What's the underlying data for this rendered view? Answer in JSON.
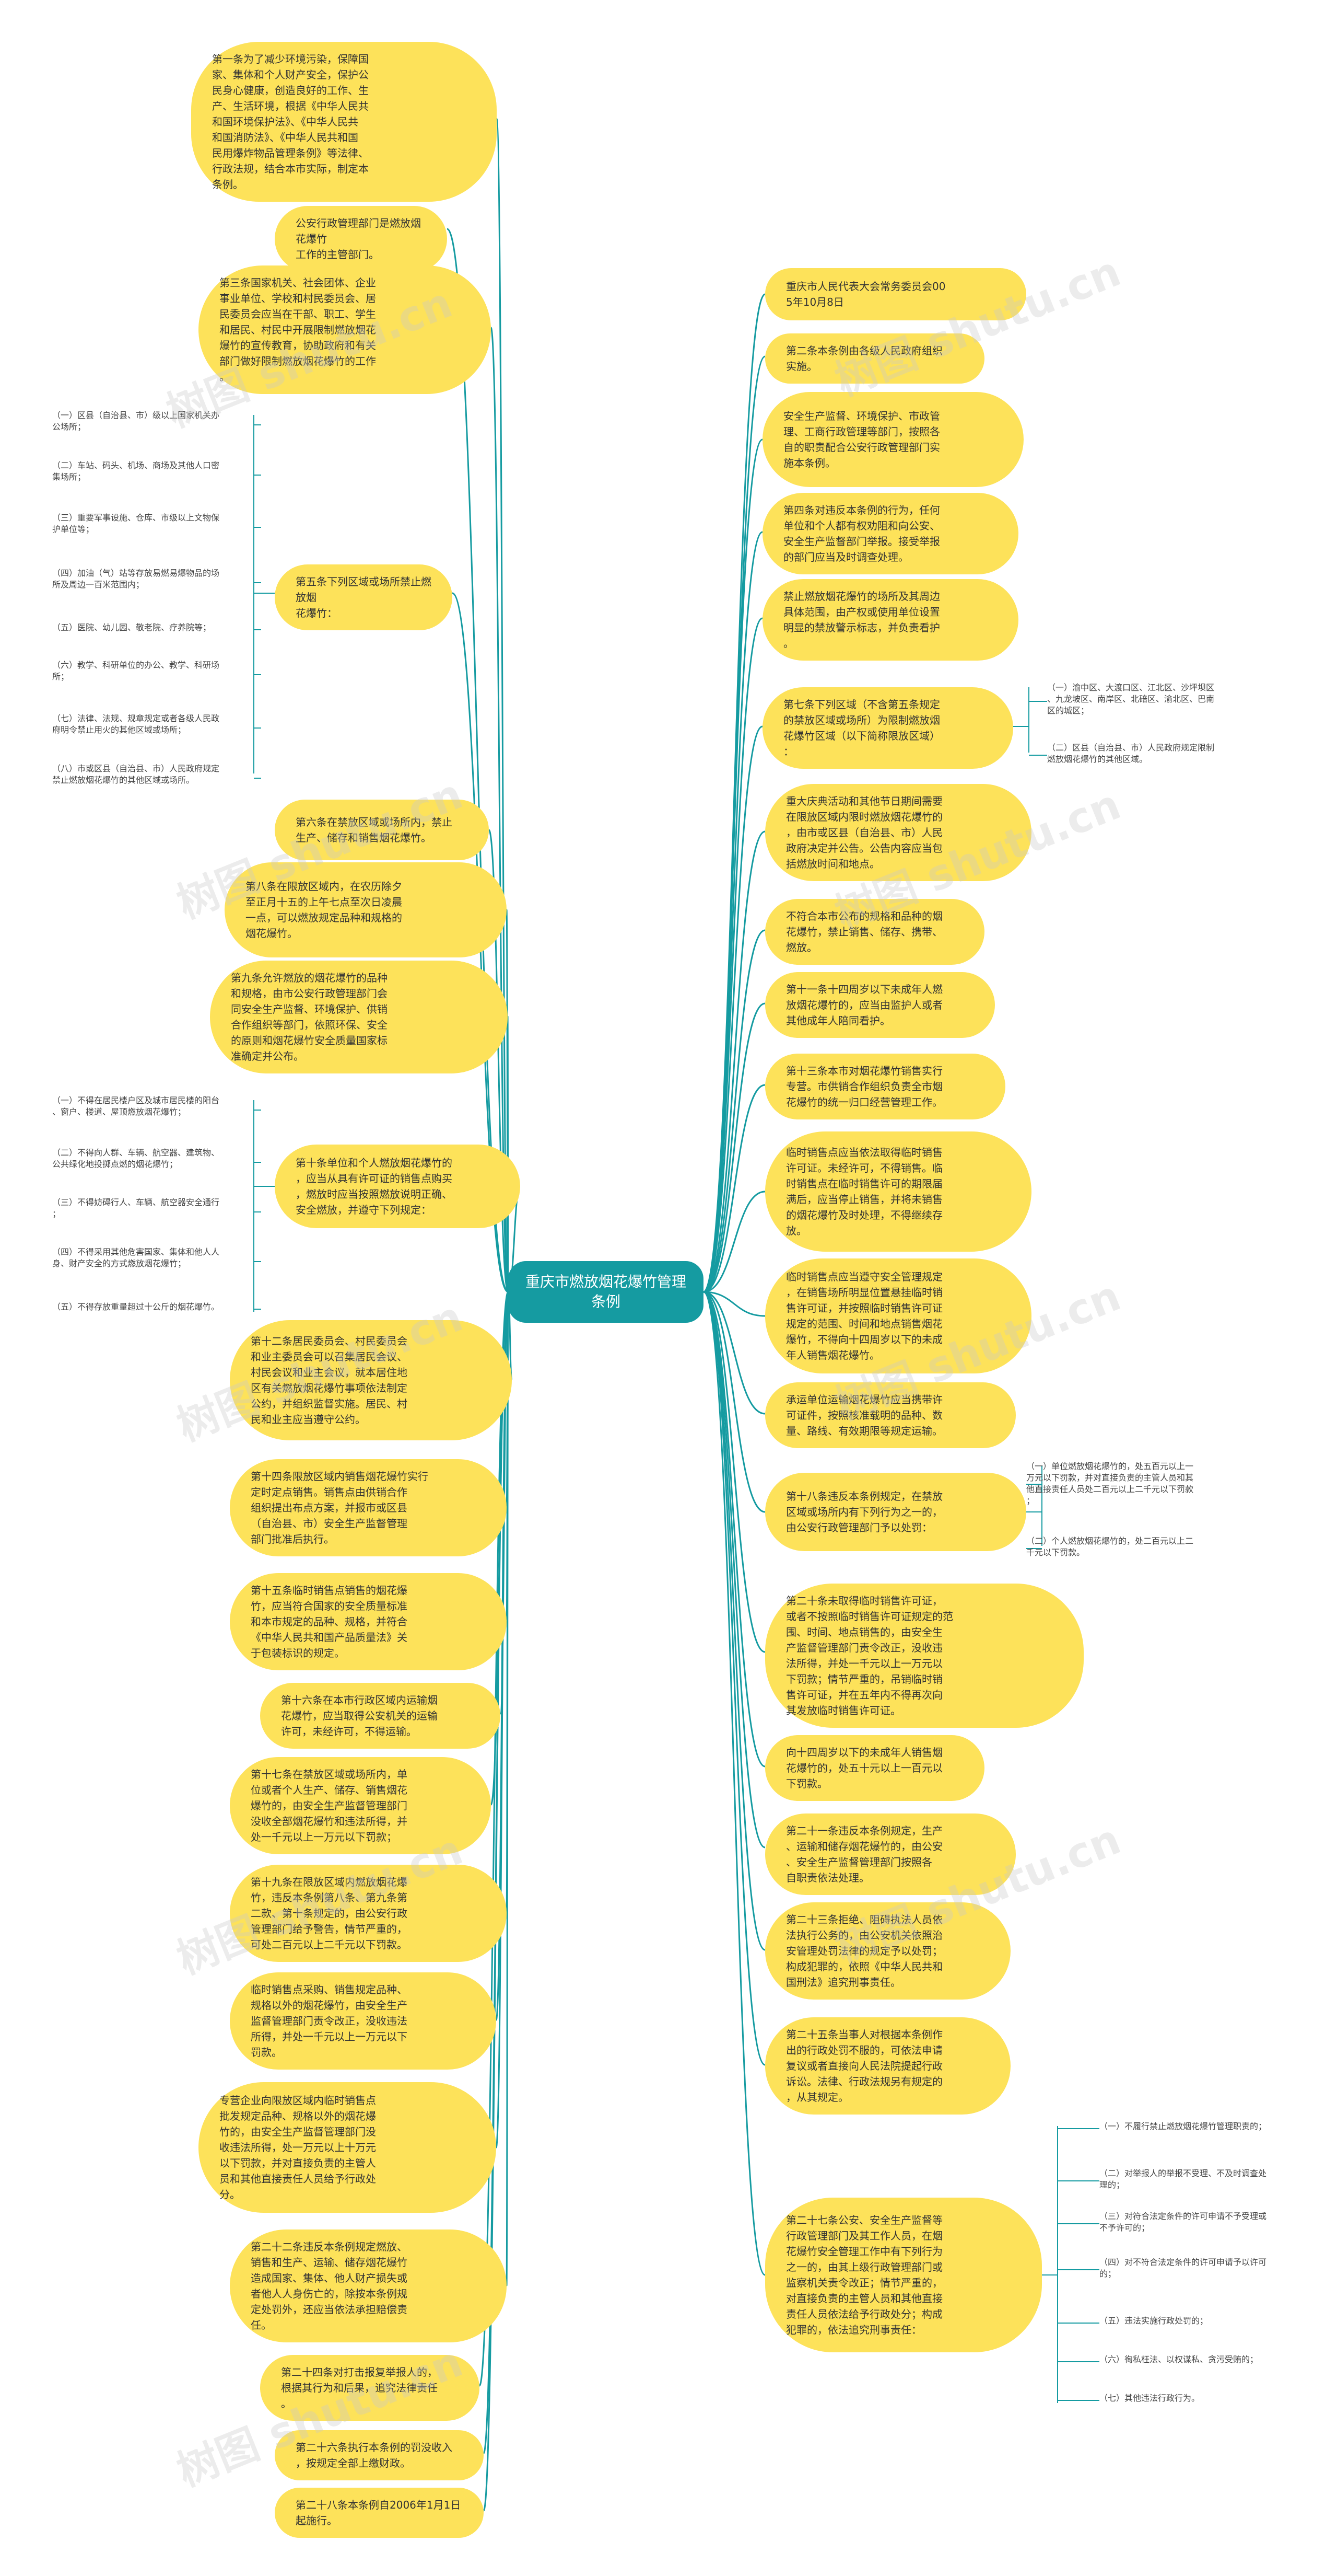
{
  "colors": {
    "root_fill": "#159ba1",
    "node_fill": "#fde25a",
    "link": "#159ba1",
    "text": "#333333"
  },
  "root": {
    "title": "重庆市燃放烟花爆竹管理\n条例"
  },
  "left": [
    {
      "text": "第一条为了减少环境污染，保障国\n家、集体和个人财产安全，保护公\n民身心健康，创造良好的工作、生\n产、生活环境，根据《中华人民共\n和国环境保护法》、《中华人民共\n和国消防法》、《中华人民共和国\n民用爆炸物品管理条例》等法律、\n行政法规，结合本市实际，制定本\n条例。"
    },
    {
      "text": "公安行政管理部门是燃放烟花爆竹\n工作的主管部门。"
    },
    {
      "text": "第三条国家机关、社会团体、企业\n事业单位、学校和村民委员会、居\n民委员会应当在干部、职工、学生\n和居民、村民中开展限制燃放烟花\n爆竹的宣传教育，协助政府和有关\n部门做好限制燃放烟花爆竹的工作\n。",
      "watermark": "树图 shutu.cn"
    },
    {
      "text": "第五条下列区域或场所禁止燃放烟\n花爆竹：",
      "children": [
        "（一）区县（自治县、市）级以上国家机关办\n公场所；",
        "（二）车站、码头、机场、商场及其他人口密\n集场所；",
        "（三）重要军事设施、仓库、市级以上文物保\n护单位等；",
        "（四）加油（气）站等存放易燃易爆物品的场\n所及周边一百米范围内；",
        "（五）医院、幼儿园、敬老院、疗养院等；",
        "（六）教学、科研单位的办公、教学、科研场\n所；",
        "（七）法律、法规、规章规定或者各级人民政\n府明令禁止用火的其他区域或场所；",
        "（八）市或区县（自治县、市）人民政府规定\n禁止燃放烟花爆竹的其他区域或场所。"
      ]
    },
    {
      "text": "第六条在禁放区域或场所内，禁止\n生产、储存和销售烟花爆竹。"
    },
    {
      "text": "第八条在限放区域内，在农历除夕\n至正月十五的上午七点至次日凌晨\n一点，可以燃放规定品种和规格的\n烟花爆竹。"
    },
    {
      "text": "第九条允许燃放的烟花爆竹的品种\n和规格，由市公安行政管理部门会\n同安全生产监督、环境保护、供销\n合作组织等部门，依照环保、安全\n的原则和烟花爆竹安全质量国家标\n准确定并公布。"
    },
    {
      "text": "第十条单位和个人燃放烟花爆竹的\n，应当从具有许可证的销售点购买\n，燃放时应当按照燃放说明正确、\n安全燃放，并遵守下列规定：",
      "children": [
        "（一）不得在居民楼户区及城市居民楼的阳台\n、窗户、楼道、屋顶燃放烟花爆竹；",
        "（二）不得向人群、车辆、航空器、建筑物、\n公共绿化地投掷点燃的烟花爆竹；",
        "（三）不得妨碍行人、车辆、航空器安全通行\n；",
        "（四）不得采用其他危害国家、集体和他人人\n身、财产安全的方式燃放烟花爆竹；",
        "（五）不得存放重量超过十公斤的烟花爆竹。"
      ]
    },
    {
      "text": "第十二条居民委员会、村民委员会\n和业主委员会可以召集居民会议、\n村民会议和业主会议，就本居住地\n区有关燃放烟花爆竹事项依法制定\n公约，并组织监督实施。居民、村\n民和业主应当遵守公约。",
      "watermark": "树图 shutu.cn"
    },
    {
      "text": "第十四条限放区域内销售烟花爆竹实行\n定时定点销售。销售点由供销合作\n组织提出布点方案，并报市或区县\n（自治县、市）安全生产监督管理\n部门批准后执行。"
    },
    {
      "text": "第十五条临时销售点销售的烟花爆\n竹，应当符合国家的安全质量标准\n和本市规定的品种、规格，并符合\n《中华人民共和国产品质量法》关\n于包装标识的规定。"
    },
    {
      "text": "第十六条在本市行政区域内运输烟\n花爆竹，应当取得公安机关的运输\n许可，未经许可，不得运输。"
    },
    {
      "text": "第十七条在禁放区域或场所内，单\n位或者个人生产、储存、销售烟花\n爆竹的，由安全生产监督管理部门\n没收全部烟花爆竹和违法所得，并\n处一千元以上一万元以下罚款；"
    },
    {
      "text": "第十九条在限放区域内燃放烟花爆\n竹，违反本条例第八条、第九条第\n二款、第十条规定的，由公安行政\n管理部门给予警告，情节严重的，\n可处二百元以上二千元以下罚款。",
      "watermark": "树图 shutu.cn"
    },
    {
      "text": "临时销售点采购、销售规定品种、\n规格以外的烟花爆竹，由安全生产\n监督管理部门责令改正，没收违法\n所得，并处一千元以上一万元以下\n罚款。"
    },
    {
      "text": "专营企业向限放区域内临时销售点\n批发规定品种、规格以外的烟花爆\n竹的，由安全生产监督管理部门没\n收违法所得，处一万元以上十万元\n以下罚款，并对直接负责的主管人\n员和其他直接责任人员给予行政处\n分。"
    },
    {
      "text": "第二十二条违反本条例规定燃放、\n销售和生产、运输、储存烟花爆竹\n造成国家、集体、他人财产损失或\n者他人人身伤亡的，除按本条例规\n定处罚外，还应当依法承担赔偿责\n任。"
    },
    {
      "text": "第二十四条对打击报复举报人的，\n根据其行为和后果，追究法律责任\n。",
      "watermark": "树图 shutu.cn"
    },
    {
      "text": "第二十六条执行本条例的罚没收入\n，按规定全部上缴财政。"
    },
    {
      "text": "第二十八条本条例自2006年1月1日\n起施行。"
    }
  ],
  "right": [
    {
      "text": "重庆市人民代表大会常务委员会00\n5年10月8日",
      "watermark": "树图 shutu.cn"
    },
    {
      "text": "第二条本条例由各级人民政府组织\n实施。"
    },
    {
      "text": "安全生产监督、环境保护、市政管\n理、工商行政管理等部门，按照各\n自的职责配合公安行政管理部门实\n施本条例。"
    },
    {
      "text": "第四条对违反本条例的行为，任何\n单位和个人都有权劝阻和向公安、\n安全生产监督部门举报。接受举报\n的部门应当及时调查处理。"
    },
    {
      "text": "禁止燃放烟花爆竹的场所及其周边\n具体范围，由产权或使用单位设置\n明显的禁放警示标志，并负责看护\n。"
    },
    {
      "text": "第七条下列区域（不含第五条规定\n的禁放区域或场所）为限制燃放烟\n花爆竹区域（以下简称限放区域）\n：",
      "children": [
        "（一）渝中区、大渡口区、江北区、沙坪坝区\n、九龙坡区、南岸区、北碚区、渝北区、巴南\n区的城区；",
        "（二）区县（自治县、市）人民政府规定限制\n燃放烟花爆竹的其他区域。"
      ]
    },
    {
      "text": "重大庆典活动和其他节日期间需要\n在限放区域内限时燃放烟花爆竹的\n，由市或区县（自治县、市）人民\n政府决定并公告。公告内容应当包\n括燃放时间和地点。",
      "watermark": "树图 shutu.cn"
    },
    {
      "text": "不符合本市公布的规格和品种的烟\n花爆竹，禁止销售、储存、携带、\n燃放。"
    },
    {
      "text": "第十一条十四周岁以下未成年人燃\n放烟花爆竹的，应当由监护人或者\n其他成年人陪同看护。"
    },
    {
      "text": "第十三条本市对烟花爆竹销售实行\n专营。市供销合作组织负责全市烟\n花爆竹的统一归口经营管理工作。"
    },
    {
      "text": "临时销售点应当依法取得临时销售\n许可证。未经许可，不得销售。临\n时销售点在临时销售许可的期限届\n满后，应当停止销售，并将未销售\n的烟花爆竹及时处理，不得继续存\n放。"
    },
    {
      "text": "临时销售点应当遵守安全管理规定\n，在销售场所明显位置悬挂临时销\n售许可证，并按照临时销售许可证\n规定的范围、时间和地点销售烟花\n爆竹，不得向十四周岁以下的未成\n年人销售烟花爆竹。",
      "watermark": "树图 shutu.cn"
    },
    {
      "text": "承运单位运输烟花爆竹应当携带许\n可证件，按照核准载明的品种、数\n量、路线、有效期限等规定运输。"
    },
    {
      "text": "第十八条违反本条例规定，在禁放\n区域或场所内有下列行为之一的，\n由公安行政管理部门予以处罚：",
      "children": [
        "（一）单位燃放烟花爆竹的，处五百元以上一\n万元以下罚款，并对直接负责的主管人员和其\n他直接责任人员处二百元以上二千元以下罚款\n；",
        "（二）个人燃放烟花爆竹的，处二百元以上二\n千元以下罚款。"
      ]
    },
    {
      "text": "第二十条未取得临时销售许可证，\n或者不按照临时销售许可证规定的范\n围、时间、地点销售的，由安全生\n产监督管理部门责令改正，没收违\n法所得，并处一千元以上一万元以\n下罚款；情节严重的，吊销临时销\n售许可证，并在五年内不得再次向\n其发放临时销售许可证。"
    },
    {
      "text": "向十四周岁以下的未成年人销售烟\n花爆竹的，处五十元以上一百元以\n下罚款。"
    },
    {
      "text": "第二十一条违反本条例规定，生产\n、运输和储存烟花爆竹的，由公安\n、安全生产监督管理部门按照各\n自职责依法处理。",
      "watermark": "树图 shutu.cn"
    },
    {
      "text": "第二十三条拒绝、阻碍执法人员依\n法执行公务的，由公安机关依照治\n安管理处罚法律的规定予以处罚；\n构成犯罪的，依照《中华人民共和\n国刑法》追究刑事责任。"
    },
    {
      "text": "第二十五条当事人对根据本条例作\n出的行政处罚不服的，可依法申请\n复议或者直接向人民法院提起行政\n诉讼。法律、行政法规另有规定的\n，从其规定。"
    },
    {
      "text": "第二十七条公安、安全生产监督等\n行政管理部门及其工作人员，在烟\n花爆竹安全管理工作中有下列行为\n之一的，由其上级行政管理部门或\n监察机关责令改正；情节严重的，\n对直接负责的主管人员和其他直接\n责任人员依法给予行政处分；构成\n犯罪的，依法追究刑事责任：",
      "watermark": "树图 shutu.cn",
      "children": [
        "（一）不履行禁止燃放烟花爆竹管理职责的；",
        "（二）对举报人的举报不受理、不及时调查处\n理的；",
        "（三）对符合法定条件的许可申请不予受理或\n不予许可的；",
        "（四）对不符合法定条件的许可申请予以许可\n的；",
        "（五）违法实施行政处罚的；",
        "（六）徇私枉法、以权谋私、贪污受贿的；",
        "（七）其他违法行政行为。"
      ]
    }
  ]
}
